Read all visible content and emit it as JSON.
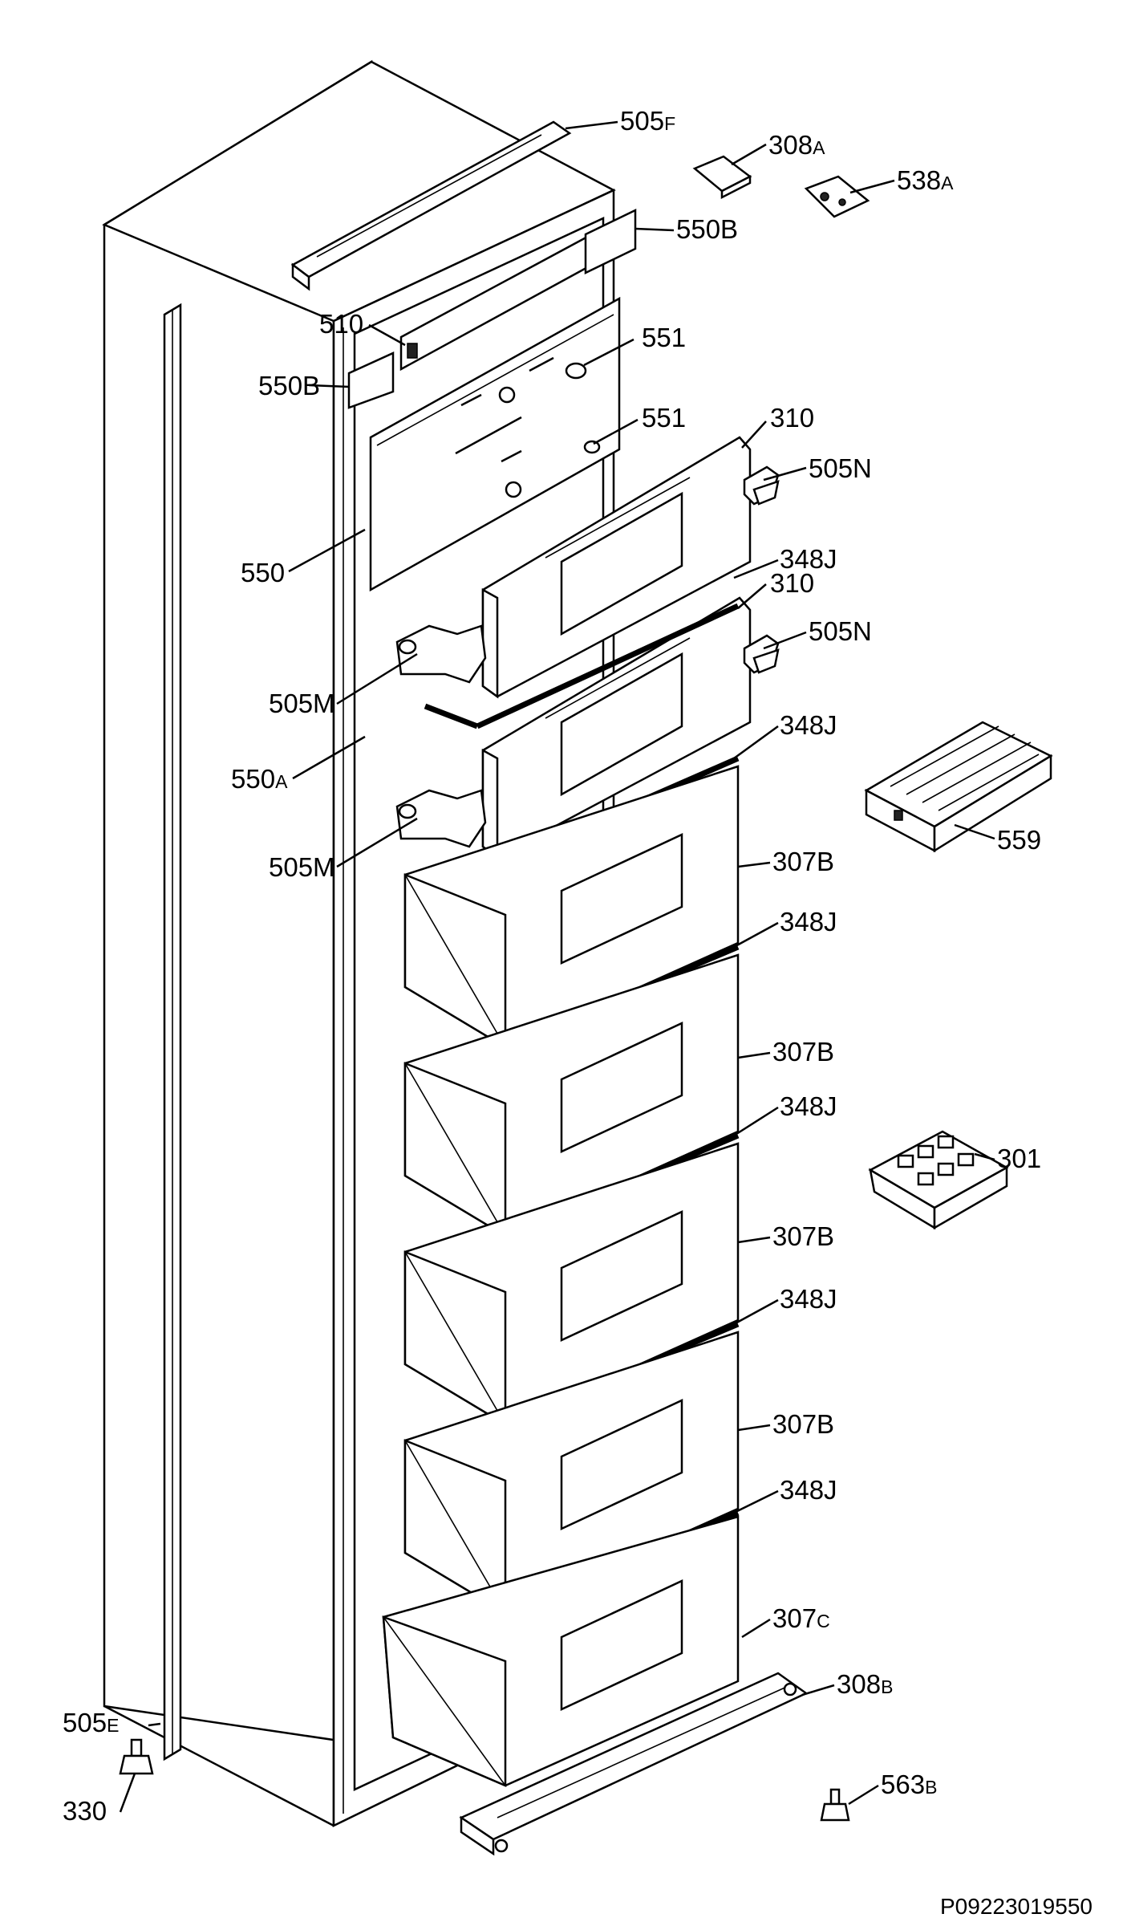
{
  "labels": [
    {
      "key": "505f",
      "main": "505",
      "sub": "F"
    },
    {
      "key": "308a",
      "main": "308",
      "sub": "A"
    },
    {
      "key": "538a",
      "main": "538",
      "sub": "A"
    },
    {
      "key": "550b-top",
      "main": "550B",
      "sub": ""
    },
    {
      "key": "510",
      "main": "510",
      "sub": ""
    },
    {
      "key": "551-top",
      "main": "551",
      "sub": ""
    },
    {
      "key": "550b-left",
      "main": "550B",
      "sub": ""
    },
    {
      "key": "551-lower",
      "main": "551",
      "sub": ""
    },
    {
      "key": "310-top",
      "main": "310",
      "sub": ""
    },
    {
      "key": "505n-top",
      "main": "505N",
      "sub": ""
    },
    {
      "key": "550",
      "main": "550",
      "sub": ""
    },
    {
      "key": "348j-1",
      "main": "348J",
      "sub": ""
    },
    {
      "key": "310-lower",
      "main": "310",
      "sub": ""
    },
    {
      "key": "505n-lower",
      "main": "505N",
      "sub": ""
    },
    {
      "key": "505m-top",
      "main": "505M",
      "sub": ""
    },
    {
      "key": "348j-2",
      "main": "348J",
      "sub": ""
    },
    {
      "key": "550a",
      "main": "550",
      "sub": "A"
    },
    {
      "key": "559",
      "main": "559",
      "sub": ""
    },
    {
      "key": "505m-lower",
      "main": "505M",
      "sub": ""
    },
    {
      "key": "307b-1",
      "main": "307B",
      "sub": ""
    },
    {
      "key": "348j-3",
      "main": "348J",
      "sub": ""
    },
    {
      "key": "307b-2",
      "main": "307B",
      "sub": ""
    },
    {
      "key": "348j-4",
      "main": "348J",
      "sub": ""
    },
    {
      "key": "301",
      "main": "301",
      "sub": ""
    },
    {
      "key": "307b-3",
      "main": "307B",
      "sub": ""
    },
    {
      "key": "348j-5",
      "main": "348J",
      "sub": ""
    },
    {
      "key": "307b-4",
      "main": "307B",
      "sub": ""
    },
    {
      "key": "348j-6",
      "main": "348J",
      "sub": ""
    },
    {
      "key": "307c",
      "main": "307",
      "sub": "C"
    },
    {
      "key": "505e",
      "main": "505",
      "sub": "E"
    },
    {
      "key": "308b",
      "main": "308",
      "sub": "B"
    },
    {
      "key": "330",
      "main": "330",
      "sub": ""
    },
    {
      "key": "563b",
      "main": "563",
      "sub": "B"
    }
  ],
  "reference_code": "P09223019550"
}
